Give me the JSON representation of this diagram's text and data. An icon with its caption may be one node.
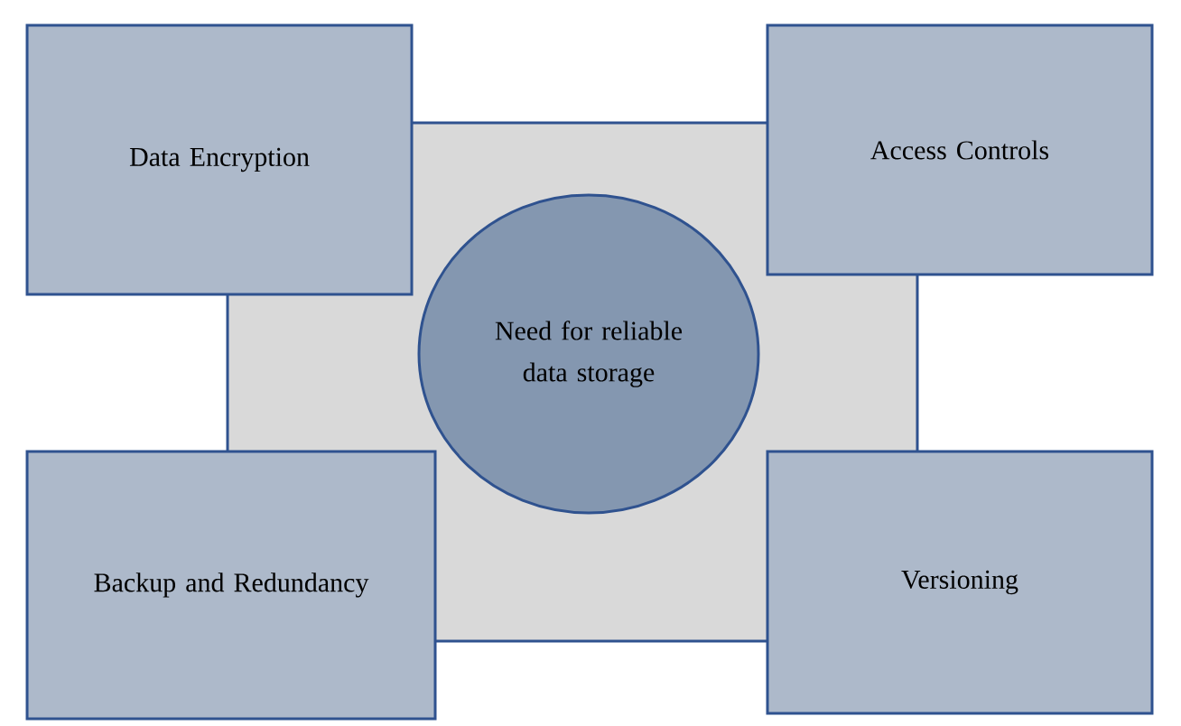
{
  "diagram": {
    "nodes": [
      {
        "text": [],
        "shape": "box"
      },
      {
        "text": [
          "Data Encryption"
        ]
      },
      {
        "text": [
          "Access Controls"
        ]
      },
      {
        "text": [
          "Need for reliable data storage"
        ],
        "in": 0
      },
      {
        "text": [
          "Backup and Redundancy"
        ]
      },
      {
        "text": [
          "Versioning"
        ]
      }
    ]
  }
}
